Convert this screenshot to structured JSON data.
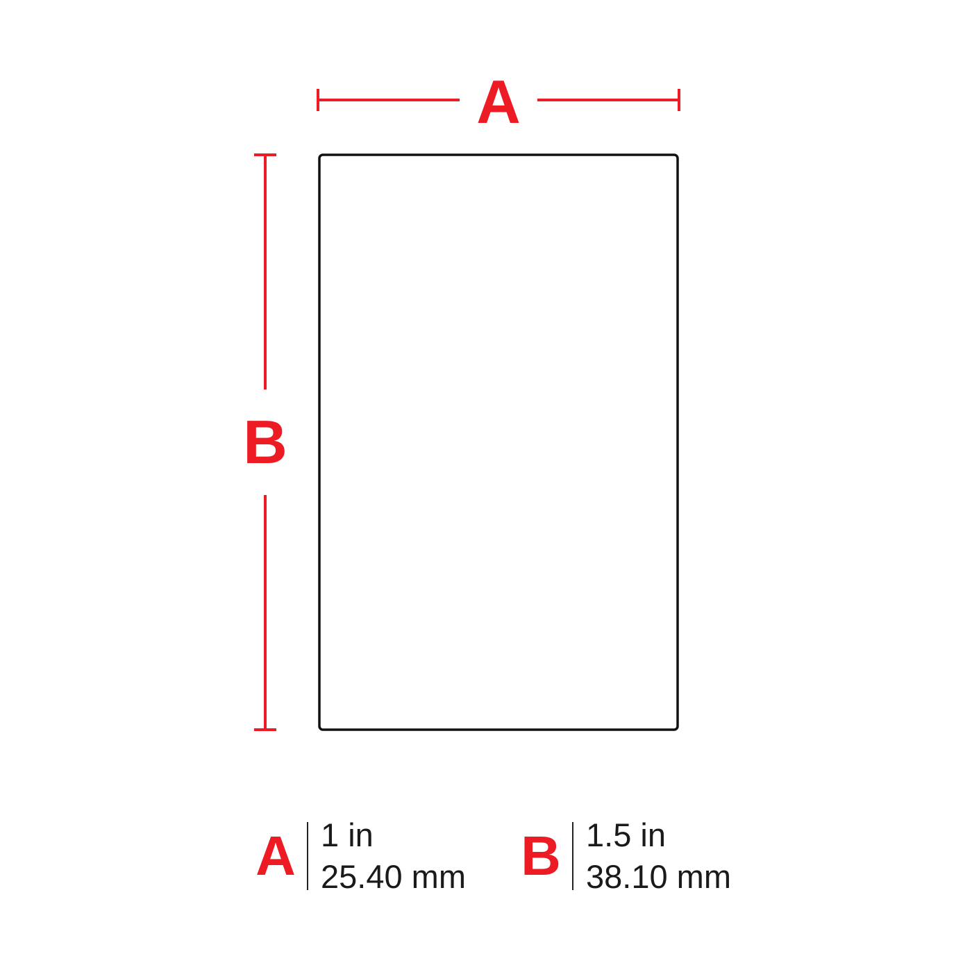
{
  "colors": {
    "accent": "#ED1C24",
    "outline": "#111111",
    "text": "#1a1a1a",
    "background": "#ffffff"
  },
  "dimensions": {
    "a": {
      "letter": "A",
      "imperial": "1 in",
      "metric": "25.40 mm"
    },
    "b": {
      "letter": "B",
      "imperial": "1.5 in",
      "metric": "38.10 mm"
    }
  }
}
